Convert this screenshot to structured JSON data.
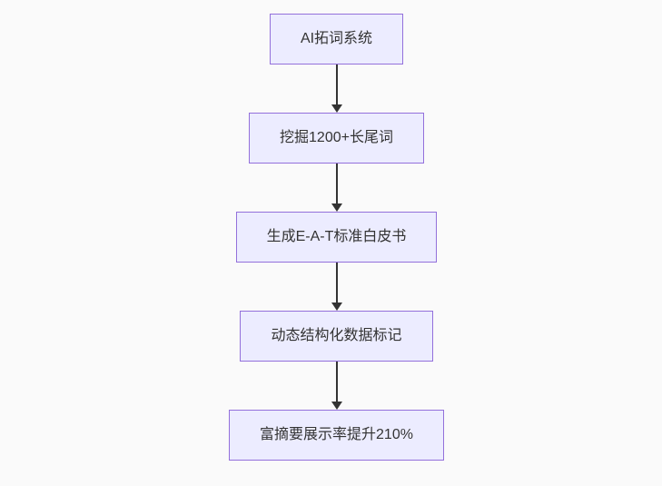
{
  "diagram": {
    "type": "flowchart",
    "direction": "top-down",
    "colors": {
      "background": "#fafafa",
      "node_fill": "#ECECFF",
      "node_border": "#9370DB",
      "text": "#333333",
      "arrow": "#333333"
    },
    "nodes": [
      {
        "label": "AI拓词系统"
      },
      {
        "label": "挖掘1200+长尾词"
      },
      {
        "label": "生成E-A-T标准白皮书"
      },
      {
        "label": "动态结构化数据标记"
      },
      {
        "label": "富摘要展示率提升210%"
      }
    ]
  }
}
